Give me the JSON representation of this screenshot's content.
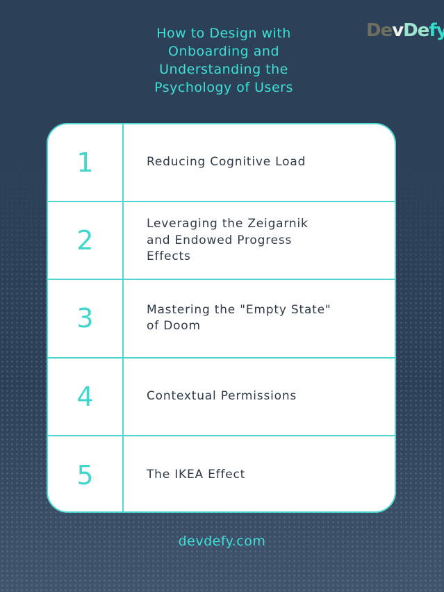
{
  "title": "How to Design with Onboarding and Understanding the Psychology of Users",
  "logo": {
    "part1": "De",
    "part2": "v",
    "part3": "De",
    "part4": "fy",
    "full": "DevDefy"
  },
  "items": [
    {
      "number": "1",
      "label": "Reducing Cognitive Load"
    },
    {
      "number": "2",
      "label": "Leveraging the Zeigarnik and Endowed Progress Effects"
    },
    {
      "number": "3",
      "label": "Mastering the \"Empty State\" of Doom"
    },
    {
      "number": "4",
      "label": "Contextual Permissions"
    },
    {
      "number": "5",
      "label": "The IKEA Effect"
    }
  ],
  "footer": "devdefy.com",
  "colors": {
    "background": "#2c4058",
    "accent": "#3fe0d6",
    "text": "#2f3a48"
  }
}
